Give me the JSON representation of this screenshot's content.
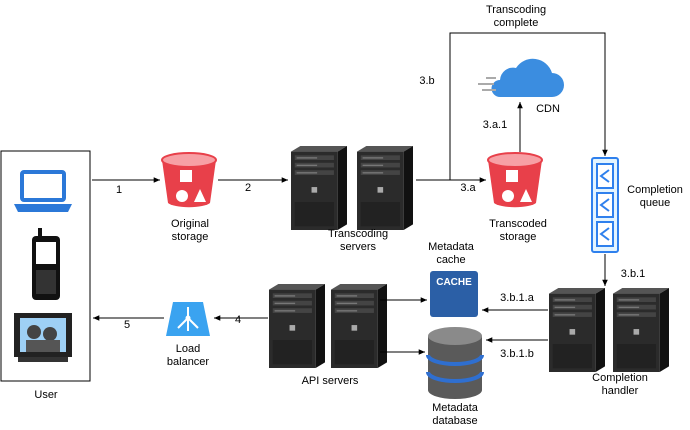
{
  "labels": {
    "user": "User",
    "original_storage": "Original\nstorage",
    "transcoding_servers": "Transcoding\nservers",
    "transcoded_storage": "Transcoded\nstorage",
    "cdn": "CDN",
    "completion_queue": "Completion\nqueue",
    "completion_handler": "Completion\nhandler",
    "metadata_cache": "Metadata\ncache",
    "metadata_database": "Metadata\ndatabase",
    "api_servers": "API servers",
    "load_balancer": "Load\nbalancer",
    "cache_icon_text": "CACHE"
  },
  "steps": {
    "s1": "1",
    "s2": "2",
    "s3a": "3.a",
    "s3a1": "3.a.1",
    "s3b": "3.b",
    "transcoding_complete": "Transcoding\ncomplete",
    "s3b1": "3.b.1",
    "s3b1a": "3.b.1.a",
    "s3b1b": "3.b.1.b",
    "s4": "4",
    "s5": "5"
  },
  "colors": {
    "bucket": "#e8404a",
    "bucket_top": "#f7a0a5",
    "server": "#2b2b2b",
    "cdn": "#3b8de0",
    "queue_border": "#2f80ed",
    "queue_fill": "#e3f4ff",
    "load_balancer": "#3aa3f0",
    "cache": "#2b5fa6",
    "device_blue": "#2b78d8"
  }
}
